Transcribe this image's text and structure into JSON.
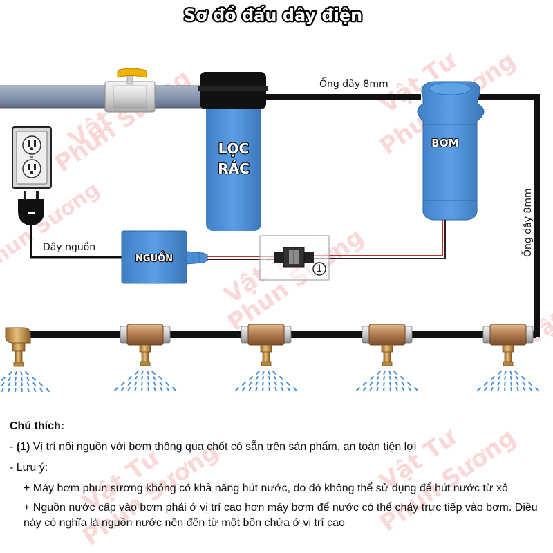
{
  "diagram": {
    "title": "Sơ đồ đấu dây điện",
    "labels": {
      "tube_top": "Ống dây 8mm",
      "tube_side": "Ống dây 8mm",
      "power_cord": "Dây nguồn",
      "filter": [
        "LỌC",
        "RÁC"
      ],
      "pump": "BƠM",
      "power_supply": "NGUỒN",
      "connector_marker": "1"
    },
    "watermark": [
      "Vật Tư",
      "Phun Sương"
    ],
    "colors": {
      "pipe": "#8b9bb1",
      "blue_device": "#4a90d9",
      "tube": "#111111",
      "brass": "#c89550",
      "spray": "#4a90d9",
      "valve_handle": "#f2b200",
      "watermark": "#f4a3a3"
    },
    "nozzle_count": 5
  },
  "notes": {
    "heading": "Chú thích:",
    "item1_prefix": "- ",
    "item1_bold": "(1)",
    "item1_text": " Vị trí nối nguồn với bơm thông qua chốt có sẵn trên sản phẩm, an toàn tiện lợi",
    "item2": "- Lưu ý:",
    "sub1": "+ Máy bơm phun sương không có khả năng hút nước, do đó không thể sử dụng để hút nước từ xô",
    "sub2": "+ Nguồn nước cấp vào bơm phải ở vị trí cao hơn máy bơm để nước có thể chảy trực tiếp vào bơm. Điều này có nghĩa là nguồn nước nên đến từ một bồn chứa ở vị trí cao"
  }
}
